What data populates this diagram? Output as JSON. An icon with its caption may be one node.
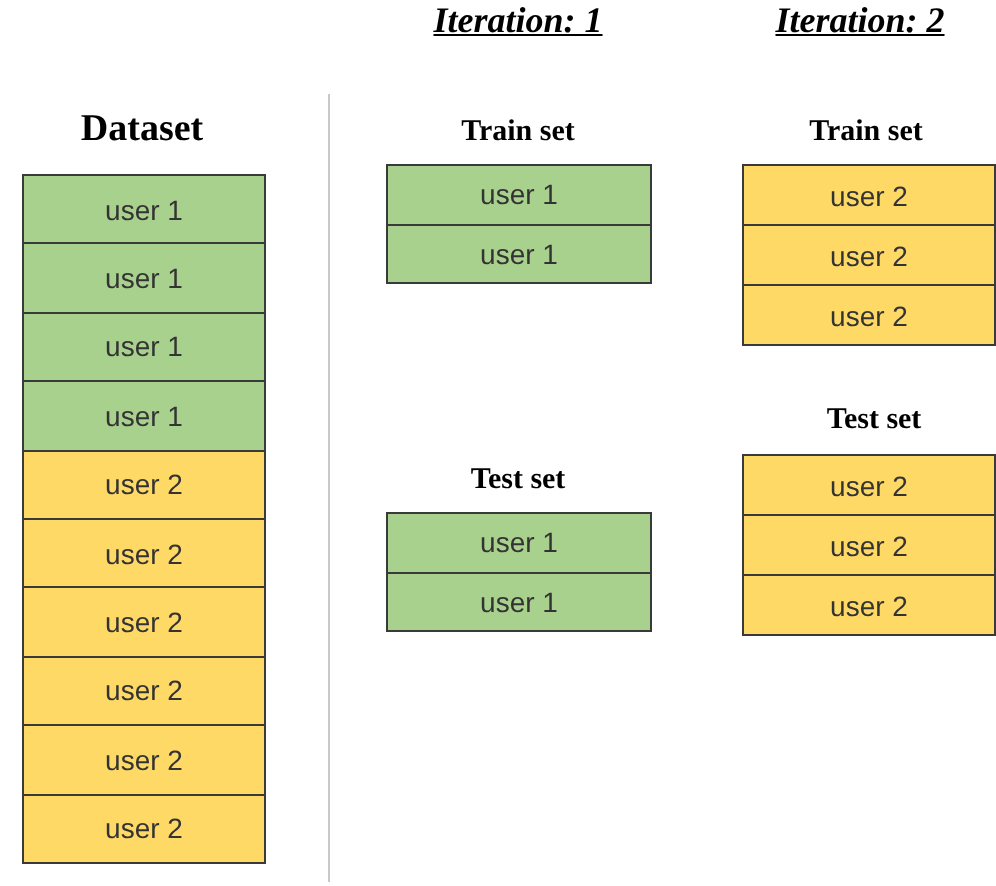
{
  "diagram": {
    "nodes": [
      {
        "text": [
          "user 1"
        ]
      },
      {
        "text": [
          "user 1"
        ]
      },
      {
        "text": [
          "user 1"
        ]
      },
      {
        "text": [
          "user 1"
        ]
      },
      {
        "text": [
          "user 2"
        ]
      },
      {
        "text": [
          "user 2"
        ]
      },
      {
        "text": [
          "user 2"
        ]
      },
      {
        "text": [
          "user 2"
        ]
      },
      {
        "text": [
          "user 2"
        ]
      },
      {
        "text": [
          "user 2"
        ]
      },
      {
        "text": [
          "user 1"
        ]
      },
      {
        "text": [
          "user 1"
        ]
      },
      {
        "text": [
          "user 1"
        ]
      },
      {
        "text": [
          "user 1"
        ]
      },
      {
        "text": [
          "user 2"
        ]
      },
      {
        "text": [
          "user 2"
        ]
      },
      {
        "text": [
          "user 2"
        ]
      },
      {
        "text": [
          "user 2"
        ]
      },
      {
        "text": [
          "user 2"
        ]
      },
      {
        "text": [
          "user 2"
        ]
      }
    ],
    "labels": [
      "Iteration: 1",
      "Iteration: 2",
      "Dataset",
      "Train set",
      "Train set",
      "Test set",
      "Test set"
    ]
  }
}
